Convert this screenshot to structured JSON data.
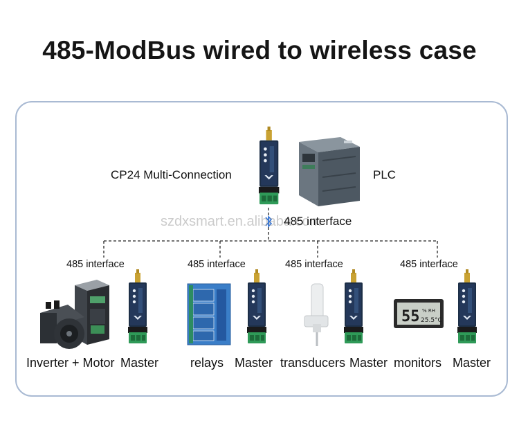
{
  "title": "485-ModBus wired to wireless case",
  "top": {
    "device_label": "CP24 Multi-Connection",
    "plc_label": "PLC",
    "interface_label": "485 interface"
  },
  "branches": [
    {
      "interface": "485 interface",
      "device": "Inverter + Motor",
      "master": "Master"
    },
    {
      "interface": "485 interface",
      "device": "relays",
      "master": "Master"
    },
    {
      "interface": "485 interface",
      "device": "transducers",
      "master": "Master"
    },
    {
      "interface": "485 interface",
      "device": "monitors",
      "master": "Master"
    }
  ],
  "monitor_display": {
    "value": "55",
    "unit": "% RH",
    "temp": "25.5°C"
  },
  "watermark": "szdxsmart.en.alibaba.com",
  "colors": {
    "frame": "#a9bad3",
    "module": "#1d2f47",
    "terminal": "#2f9a58",
    "antenna": "#c9a233",
    "plc": "#5f6b75",
    "relay": "#3a7ec8"
  }
}
